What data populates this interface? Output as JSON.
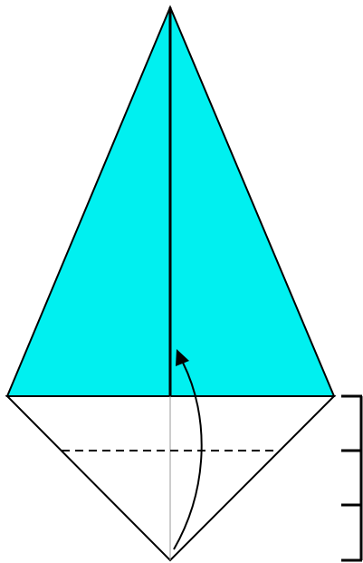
{
  "diagram": {
    "subject": "origami-kite-base-fold-step",
    "colors": {
      "paper_colored_side": "#00F0F0",
      "paper_white_side": "#FFFFFF",
      "outline": "#000000",
      "center_crease": "#999999"
    },
    "fold": {
      "type": "valley-fold-up",
      "fold_line_position_fraction_from_bottom": 0.6667
    },
    "scale_marker": {
      "divisions": 3
    },
    "icons": [
      "curved-arrow-icon"
    ]
  }
}
